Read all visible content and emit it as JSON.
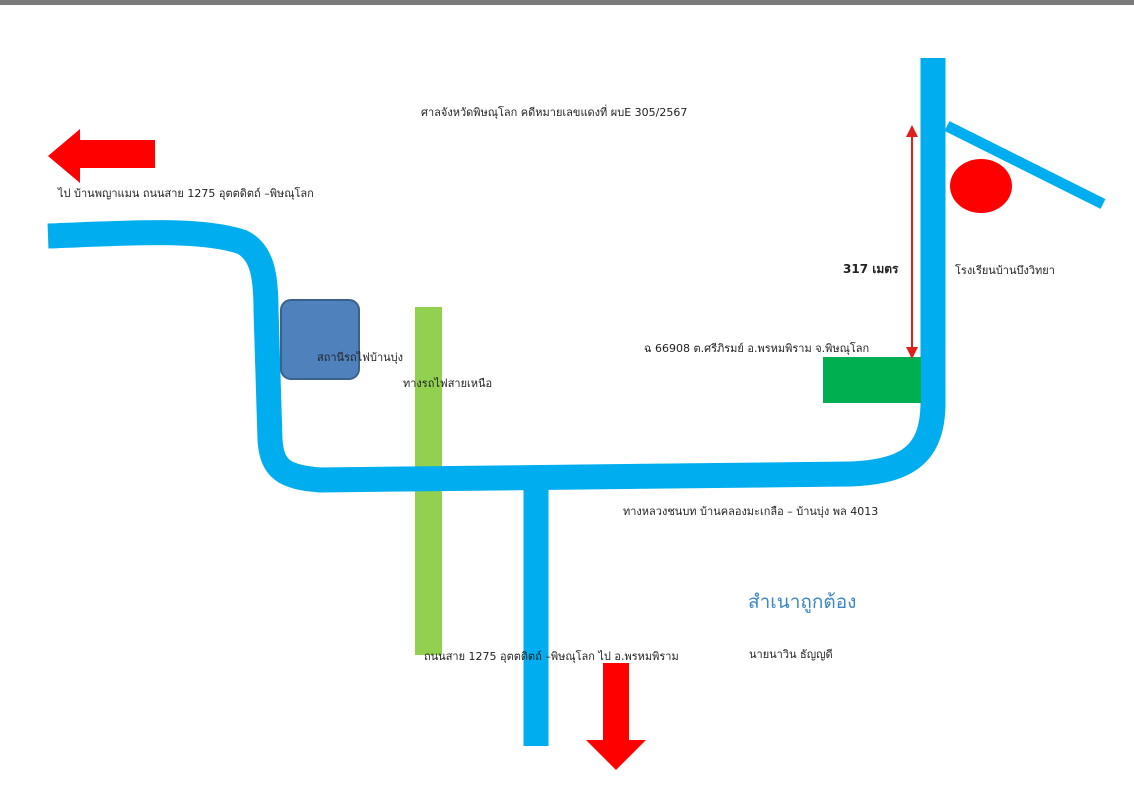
{
  "labels": {
    "court_case": "ศาลจังหวัดพิษณุโลก คดีหมายเลขแดงที่ ผบE 305/2567",
    "to_west": "ไป บ้านพญาแมน ถนนสาย 1275 อุตตดิตถ์ –พิษณุโลก",
    "distance": "317 เมตร",
    "school": "โรงเรียนบ้านบึงวิทยา",
    "property": "ฉ 66908 ต.ศรีภิรมย์ อ.พรหมพิราม จ.พิษณุโลก",
    "station": "สถานีรถไฟบ้านบุ่ง",
    "railway": "ทางรถไฟสายเหนือ",
    "rural_road": "ทางหลวงชนบท บ้านคลองมะเกลือ – บ้านบุ่ง พล 4013",
    "certified": "สำเนาถูกต้อง",
    "signer": "นายนาวิน ธัญญดี",
    "to_south": "ถนนสาย 1275 อุตตดิตถ์ –พิษณุโลก ไป อ.พรหมพิราม"
  },
  "colors": {
    "road": "#00adef",
    "railway": "#92d050",
    "station": "#4f81bd",
    "property": "#00b050",
    "arrow": "#ff0000",
    "school_marker": "#ff0000",
    "certified_text": "#3b86c9"
  },
  "icons": [
    "arrow-west-icon",
    "arrow-south-icon",
    "school-marker-icon",
    "distance-arrow-icon"
  ]
}
